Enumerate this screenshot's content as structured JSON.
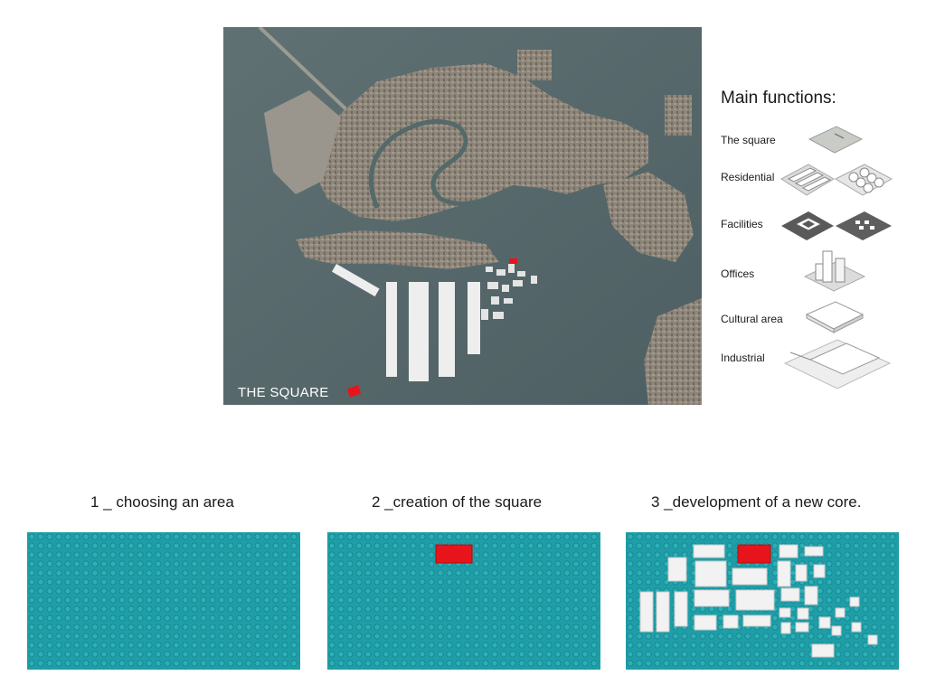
{
  "map": {
    "label": "THE SQUARE",
    "colors": {
      "water": "#55676a",
      "city": "#8c8376",
      "highlight": "#e8141c"
    }
  },
  "legend": {
    "title": "Main functions:",
    "items": [
      {
        "label": "The square"
      },
      {
        "label": "Residential"
      },
      {
        "label": "Facilities"
      },
      {
        "label": "Offices"
      },
      {
        "label": "Cultural area"
      },
      {
        "label": "Industrial"
      }
    ]
  },
  "steps": [
    {
      "title": "1 _ choosing an area"
    },
    {
      "title": "2 _creation of the square"
    },
    {
      "title": "3 _development of a new core."
    }
  ],
  "colors": {
    "plate": "#1f9ea7",
    "brick_red": "#e8141c",
    "brick_white": "#f2f2f2"
  }
}
